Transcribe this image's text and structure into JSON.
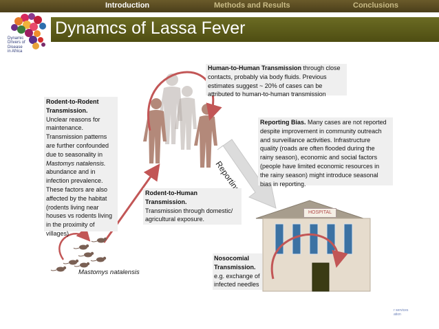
{
  "nav": {
    "tabs": [
      "Introduction",
      "Methods and Results",
      "Conclusions"
    ],
    "active": "Introduction"
  },
  "header": {
    "title": "Dynamcs of Lassa Fever"
  },
  "logo": {
    "lines": [
      "Dynamic",
      "Drivers of",
      "Disease",
      "in Africa"
    ]
  },
  "boxes": {
    "human_to_human": {
      "heading": "Human-to-Human Transmission",
      "lines": [
        "through close",
        "contacts, probably via body fluids. Previous",
        "estimates suggest ~ 20% of cases can be",
        "attributed to human-to-human transmission"
      ]
    },
    "rodent_to_rodent": {
      "heading_lines": [
        "Rodent-to-Rodent",
        "Transmission."
      ],
      "lines": [
        "Unclear reasons for",
        "maintenance.",
        "Transmission patterns",
        "are further confounded",
        "due to seasonality in",
        "Mastomys natalensis.",
        "abundance and in",
        "infection prevalence.",
        "These factors are also",
        "affected by the habitat",
        "(rodents living near",
        "houses vs rodents living",
        "in the proximity of",
        "villages)"
      ]
    },
    "reporting_bias": {
      "heading": "Reporting Bias.",
      "lines": [
        "Many cases are not reported",
        "despite improvement in community outreach",
        "and surveillance activities. Infrastructure",
        "quality (roads are often flooded during the",
        "rainy season), economic and social factors",
        "(people have limited economic resources in",
        "the rainy season) might introduce seasonal",
        "bias in reporting."
      ]
    },
    "rodent_to_human": {
      "heading_lines": [
        "Rodent-to-Human",
        "Transmission."
      ],
      "lines": [
        "Transmission through domestic/",
        "agricultural exposure."
      ]
    },
    "nosocomial": {
      "heading_lines": [
        "Nosocomial",
        "Transmission."
      ],
      "lines": [
        "e.g. exchange of",
        "infected needles"
      ]
    }
  },
  "labels": {
    "reporting": "Reporting",
    "hospital": "HOSPITAL",
    "mastomys": "Mastomys natalensis"
  },
  "footer": {
    "lines": [
      "r services",
      "ation"
    ]
  }
}
